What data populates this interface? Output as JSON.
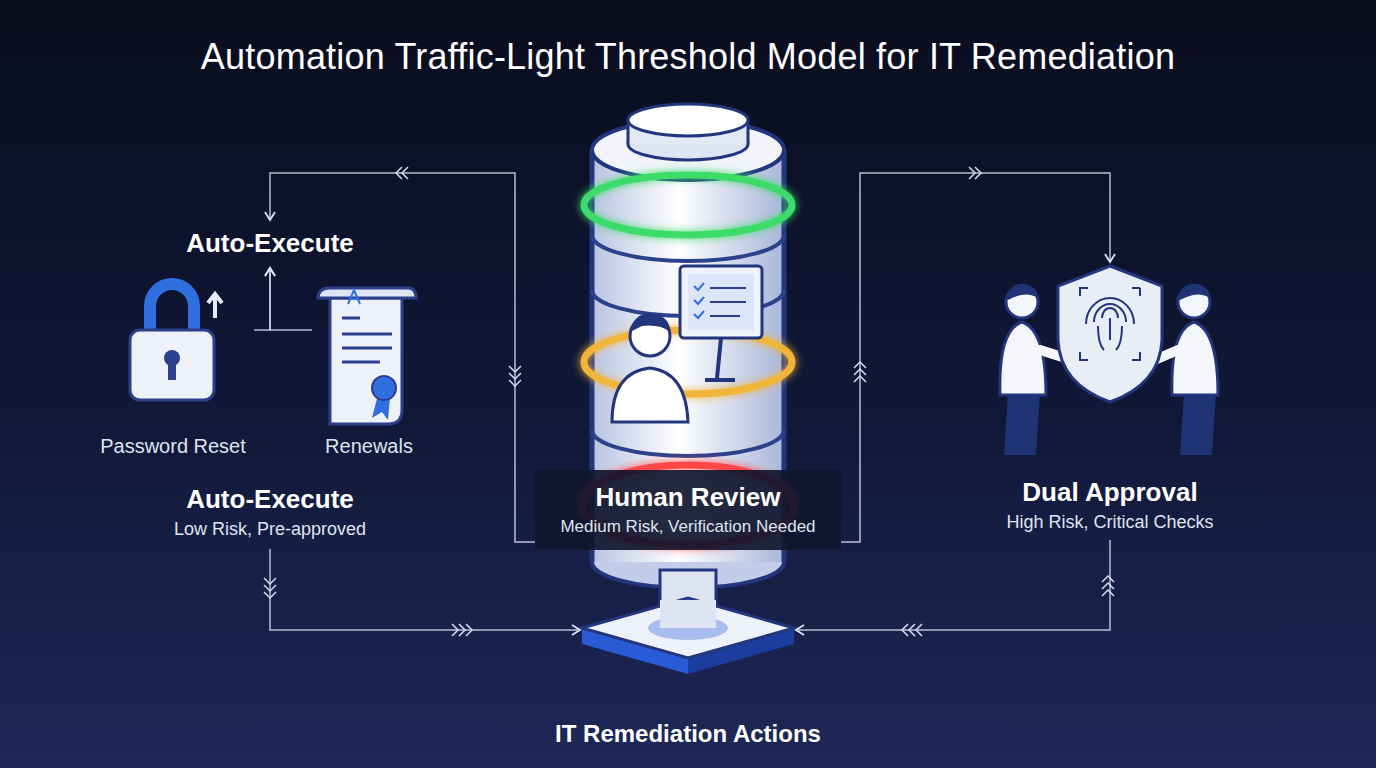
{
  "diagram": {
    "title": "Automation Traffic-Light Threshold Model for IT Remediation",
    "nodes": [
      {
        "text": [
          "Auto-Execute"
        ]
      },
      {
        "text": [
          "Password Reset"
        ]
      },
      {
        "text": [
          "Renewals"
        ]
      },
      {
        "text": [
          "Auto-Execute",
          "Low Risk, Pre-approved"
        ]
      },
      {
        "text": [
          "Human Review",
          "Medium Risk, Verification Needed"
        ]
      },
      {
        "text": [
          "Dual Approval",
          "High Risk, Critical Checks"
        ]
      },
      {
        "text": [
          "IT Remediation Actions"
        ]
      }
    ],
    "edges": [
      {
        "from": 4,
        "to": 0,
        "arrow": "to"
      },
      {
        "from": 4,
        "to": 5,
        "arrow": "to"
      },
      {
        "from": 1,
        "to": 0,
        "arrow": "to"
      },
      {
        "from": 2,
        "to": 0,
        "arrow": "to"
      },
      {
        "from": 3,
        "to": 6,
        "arrow": "to"
      },
      {
        "from": 5,
        "to": 6,
        "arrow": "to"
      }
    ]
  }
}
